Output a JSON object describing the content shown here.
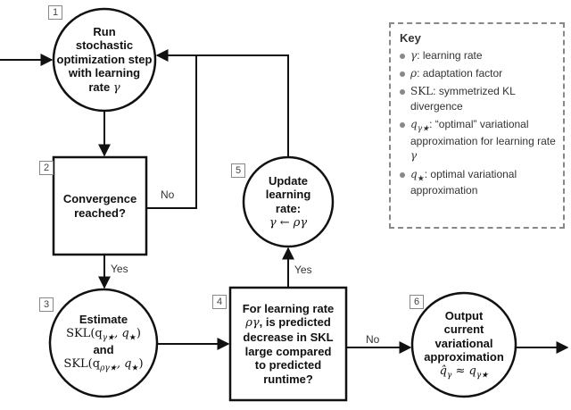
{
  "nodes": {
    "n1": {
      "number": "1",
      "lines": [
        "Run",
        "stochastic",
        "optimization step",
        "with learning",
        "rate"
      ],
      "math_suffix": "γ"
    },
    "n2": {
      "number": "2",
      "lines": [
        "Convergence",
        "reached?"
      ]
    },
    "n3": {
      "number": "3",
      "line1": "Estimate",
      "math1": "SKL(q",
      "math1_sub": "γ★",
      "math1_rest": ", q",
      "math1_sub2": "★",
      "math1_close": ")",
      "and": "and",
      "math2": "SKL(q",
      "math2_sub": "ργ★",
      "math2_rest": ", q",
      "math2_sub2": "★",
      "math2_close": ")"
    },
    "n4": {
      "number": "4",
      "prefix": "For learning rate",
      "rho_gamma": "ργ",
      "lines": [
        ", is predicted",
        "decrease in SKL",
        "large compared",
        "to predicted",
        "runtime?"
      ]
    },
    "n5": {
      "number": "5",
      "lines": [
        "Update",
        "learning",
        "rate:"
      ],
      "math": "γ ← ργ"
    },
    "n6": {
      "number": "6",
      "lines": [
        "Output",
        "current",
        "variational",
        "approximation"
      ],
      "math": "q̂",
      "math_sub": "γ",
      "math_rest": " ≈ q",
      "math_sub2": "γ★"
    }
  },
  "edges": {
    "no_label_top": "No",
    "yes_label_left": "Yes",
    "yes_label_mid": "Yes",
    "no_label_right": "No"
  },
  "key": {
    "title": "Key",
    "items": [
      {
        "sym": "γ",
        "text": ": learning rate"
      },
      {
        "sym": "ρ",
        "text": ": adaptation factor"
      },
      {
        "sym": "SKL",
        "text": ": symmetrized KL divergence"
      },
      {
        "sym": "q",
        "sub": "γ★",
        "text": ": “optimal” variational approximation for learning rate ",
        "tail": "γ"
      },
      {
        "sym": "q",
        "sub": "★",
        "text": ": optimal variational approximation"
      }
    ]
  }
}
